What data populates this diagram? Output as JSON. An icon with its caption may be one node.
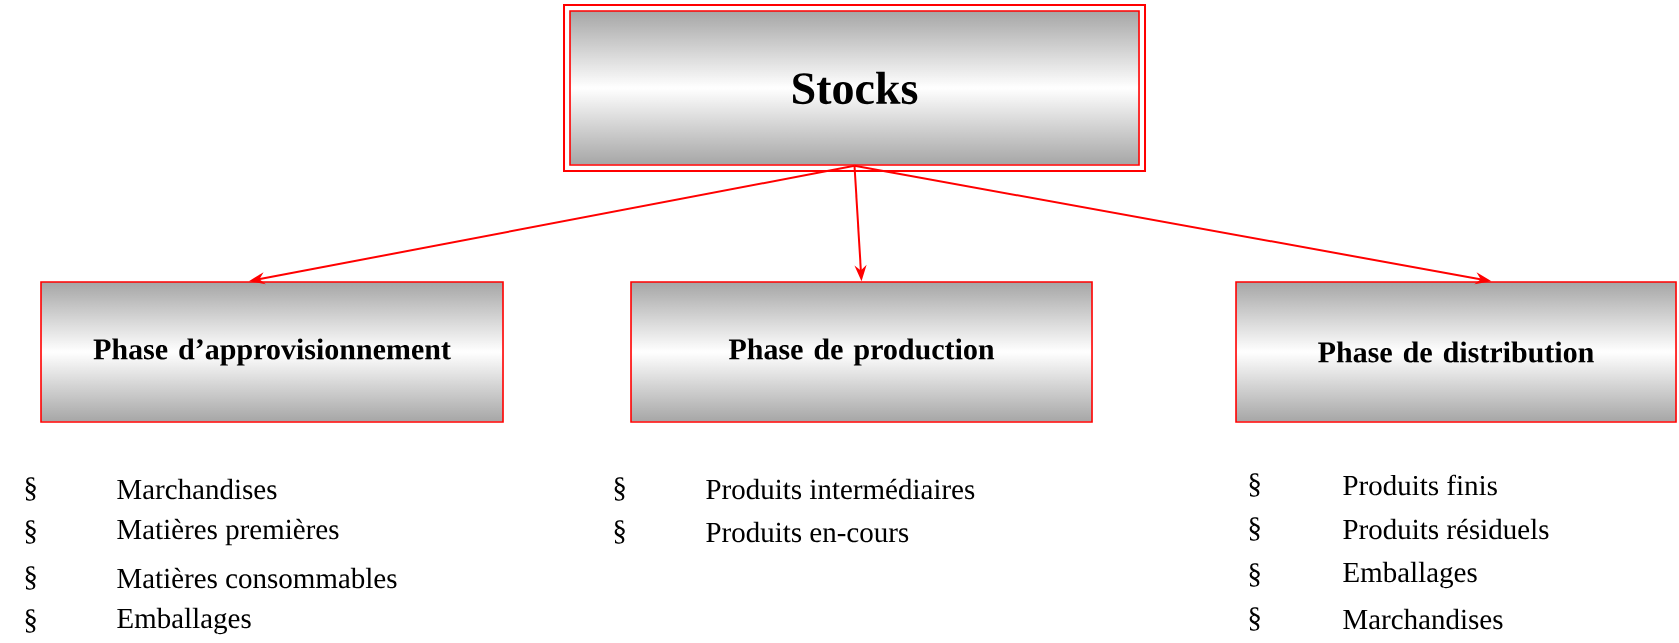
{
  "diagram": {
    "nodes": [
      {
        "text": [
          "Stocks"
        ]
      },
      {
        "text": [
          "Phase d’approvisionnement"
        ]
      },
      {
        "text": [
          "Phase de production"
        ]
      },
      {
        "text": [
          "Phase de distribution"
        ]
      }
    ],
    "edges": [
      {
        "from": 0,
        "to": 1,
        "arrow": "to"
      },
      {
        "from": 0,
        "to": 2,
        "arrow": "to"
      },
      {
        "from": 0,
        "to": 3,
        "arrow": "to"
      }
    ],
    "labels": [
      "§",
      "Marchandises",
      "§",
      "Matières premières",
      "§",
      "Matières consommables",
      "§",
      "Emballages",
      "§",
      "Produits intermédiaires",
      "§",
      "Produits en-cours",
      "§",
      "Produits finis",
      "§",
      "Produits résiduels",
      "§",
      "Emballages",
      "§",
      "Marchandises"
    ]
  }
}
